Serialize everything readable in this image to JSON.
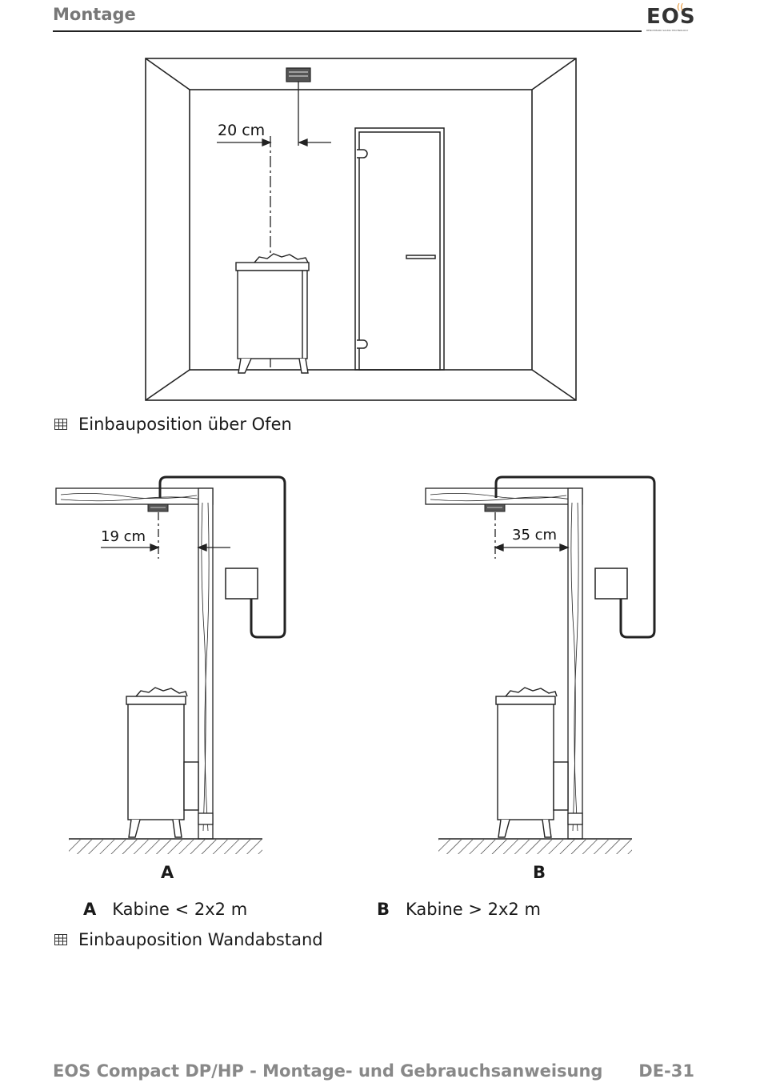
{
  "header": {
    "section": "Montage",
    "logo_text": "EOS",
    "logo_tagline": "BENCHMARK SAUNA TECHNOLOGY"
  },
  "figure1": {
    "dimension_label": "20 cm",
    "caption": "Einbauposition über Ofen"
  },
  "figure2": {
    "a": {
      "dimension_label": "19 cm",
      "label": "A"
    },
    "b": {
      "dimension_label": "35 cm",
      "label": "B"
    },
    "legend": [
      {
        "key": "A",
        "text": "Kabine < 2x2 m"
      },
      {
        "key": "B",
        "text": "Kabine > 2x2 m"
      }
    ],
    "caption": "Einbauposition Wandabstand"
  },
  "footer": {
    "title": "EOS Compact DP/HP - Montage- und Gebrauchsanweisung",
    "page": "DE-31"
  }
}
